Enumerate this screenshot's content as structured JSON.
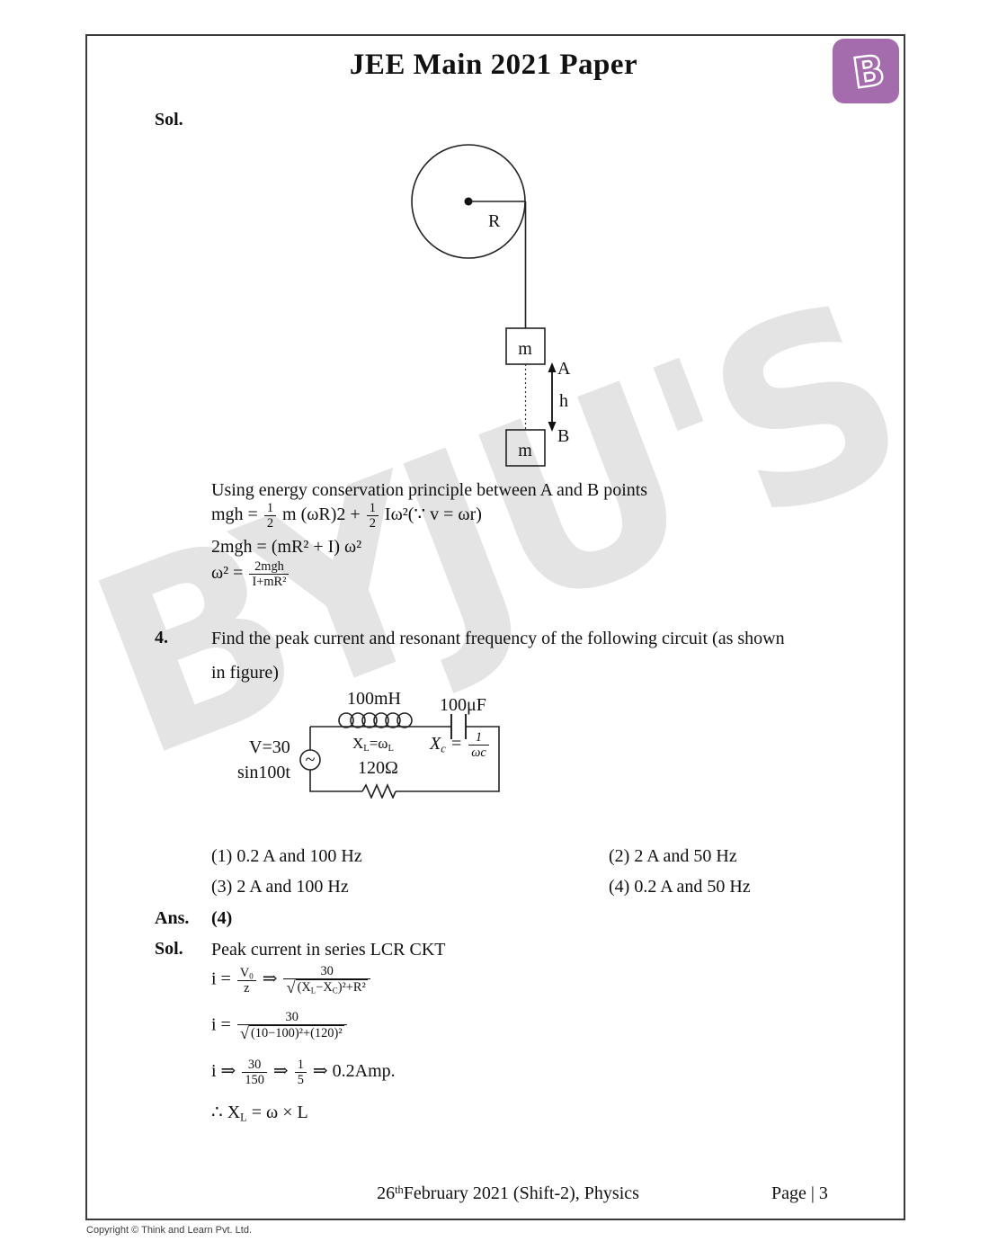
{
  "page": {
    "title": "JEE Main 2021 Paper",
    "watermark": "BYJU'S",
    "logo_letter": "B",
    "colors": {
      "logo_purple": "#a46cac",
      "watermark_gray": "#e4e4e4",
      "border_gray": "#3a3a3a"
    },
    "footer": {
      "date_day": "26",
      "date_ordinal": "th",
      "date_rest": "February 2021 (Shift-2), Physics",
      "page_label": "Page | 3"
    },
    "copyright": "Copyright © Think and Learn Pvt. Ltd."
  },
  "solution_top": {
    "label": "Sol.",
    "figure": {
      "radius_label": "R",
      "mass_top": "m",
      "mass_bottom": "m",
      "point_a": "A",
      "point_b": "B",
      "height_label": "h"
    },
    "intro": "Using energy conservation principle between A and B points",
    "math": {
      "energy1": [
        "mgh = ",
        {
          "frac": [
            "1",
            "2"
          ]
        },
        " m (ωR)2  + ",
        {
          "frac": [
            "1",
            "2"
          ]
        },
        " Iω²(∵ v = ωr)"
      ],
      "energy2": [
        "2mgh = (mR² + I) ω²"
      ],
      "energy3": [
        "ω² = ",
        {
          "frac": [
            "2mgh",
            "I+mR²"
          ]
        }
      ]
    }
  },
  "question4": {
    "number": "4.",
    "text_line1": "Find the peak current and resonant frequency of the following circuit (as shown",
    "text_line2": "in figure)",
    "circuit": {
      "inductor_value": "100mH",
      "inductor_reactance": [
        "X",
        {
          "sub": "L"
        },
        "=ω",
        {
          "sub": "L"
        }
      ],
      "capacitor_value": "100μF",
      "capacitor_reactance": [
        "X",
        {
          "sub": "c"
        },
        " = ",
        {
          "frac": [
            "1",
            "ωc"
          ]
        }
      ],
      "resistor_value": "120Ω",
      "source_line1": "V=30",
      "source_line2": "sin100t",
      "ac_symbol": "~"
    },
    "options": [
      "(1) 0.2 A and 100 Hz",
      "(2) 2 A and 50 Hz",
      "(3) 2 A and 100 Hz",
      "(4) 0.2 A and 50 Hz"
    ],
    "answer_label": "Ans.",
    "answer": "(4)",
    "sol_label": "Sol.",
    "sol_text": "Peak current in series LCR CKT",
    "math": {
      "step1": [
        "i = ",
        {
          "frac": [
            [
              "V",
              {
                "sub": "0"
              }
            ],
            "z"
          ]
        },
        " ⇒ ",
        {
          "frac": [
            "30",
            [
              {
                "sqrt": [
                  "(X",
                  {
                    "sub": "L"
                  },
                  "−X",
                  {
                    "sub": "C"
                  },
                  ")²+R²"
                ]
              }
            ]
          ]
        }
      ],
      "step2": [
        "i = ",
        {
          "frac": [
            "30",
            [
              {
                "sqrt": [
                  "(10−100)²+(120)²"
                ]
              }
            ]
          ]
        }
      ],
      "step3": [
        "i ⇒ ",
        {
          "frac": [
            "30",
            "150"
          ]
        },
        " ⇒ ",
        {
          "frac": [
            "1",
            "5"
          ]
        },
        " ⇒ 0.2Amp."
      ],
      "step4": [
        "∴ X",
        {
          "sub": "L"
        },
        " = ω × L"
      ]
    }
  }
}
